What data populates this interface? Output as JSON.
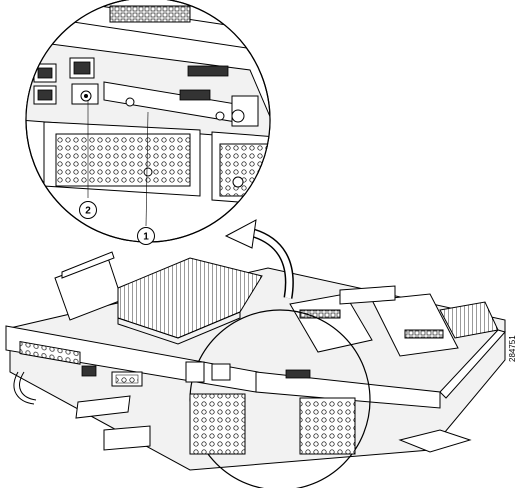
{
  "figure": {
    "callouts": [
      {
        "label": "1",
        "target": "component-1"
      },
      {
        "label": "2",
        "target": "component-2"
      }
    ],
    "figure_id": "284751",
    "colors": {
      "line": "#000000",
      "background": "#ffffff",
      "shade": "#d9d9d9"
    }
  }
}
